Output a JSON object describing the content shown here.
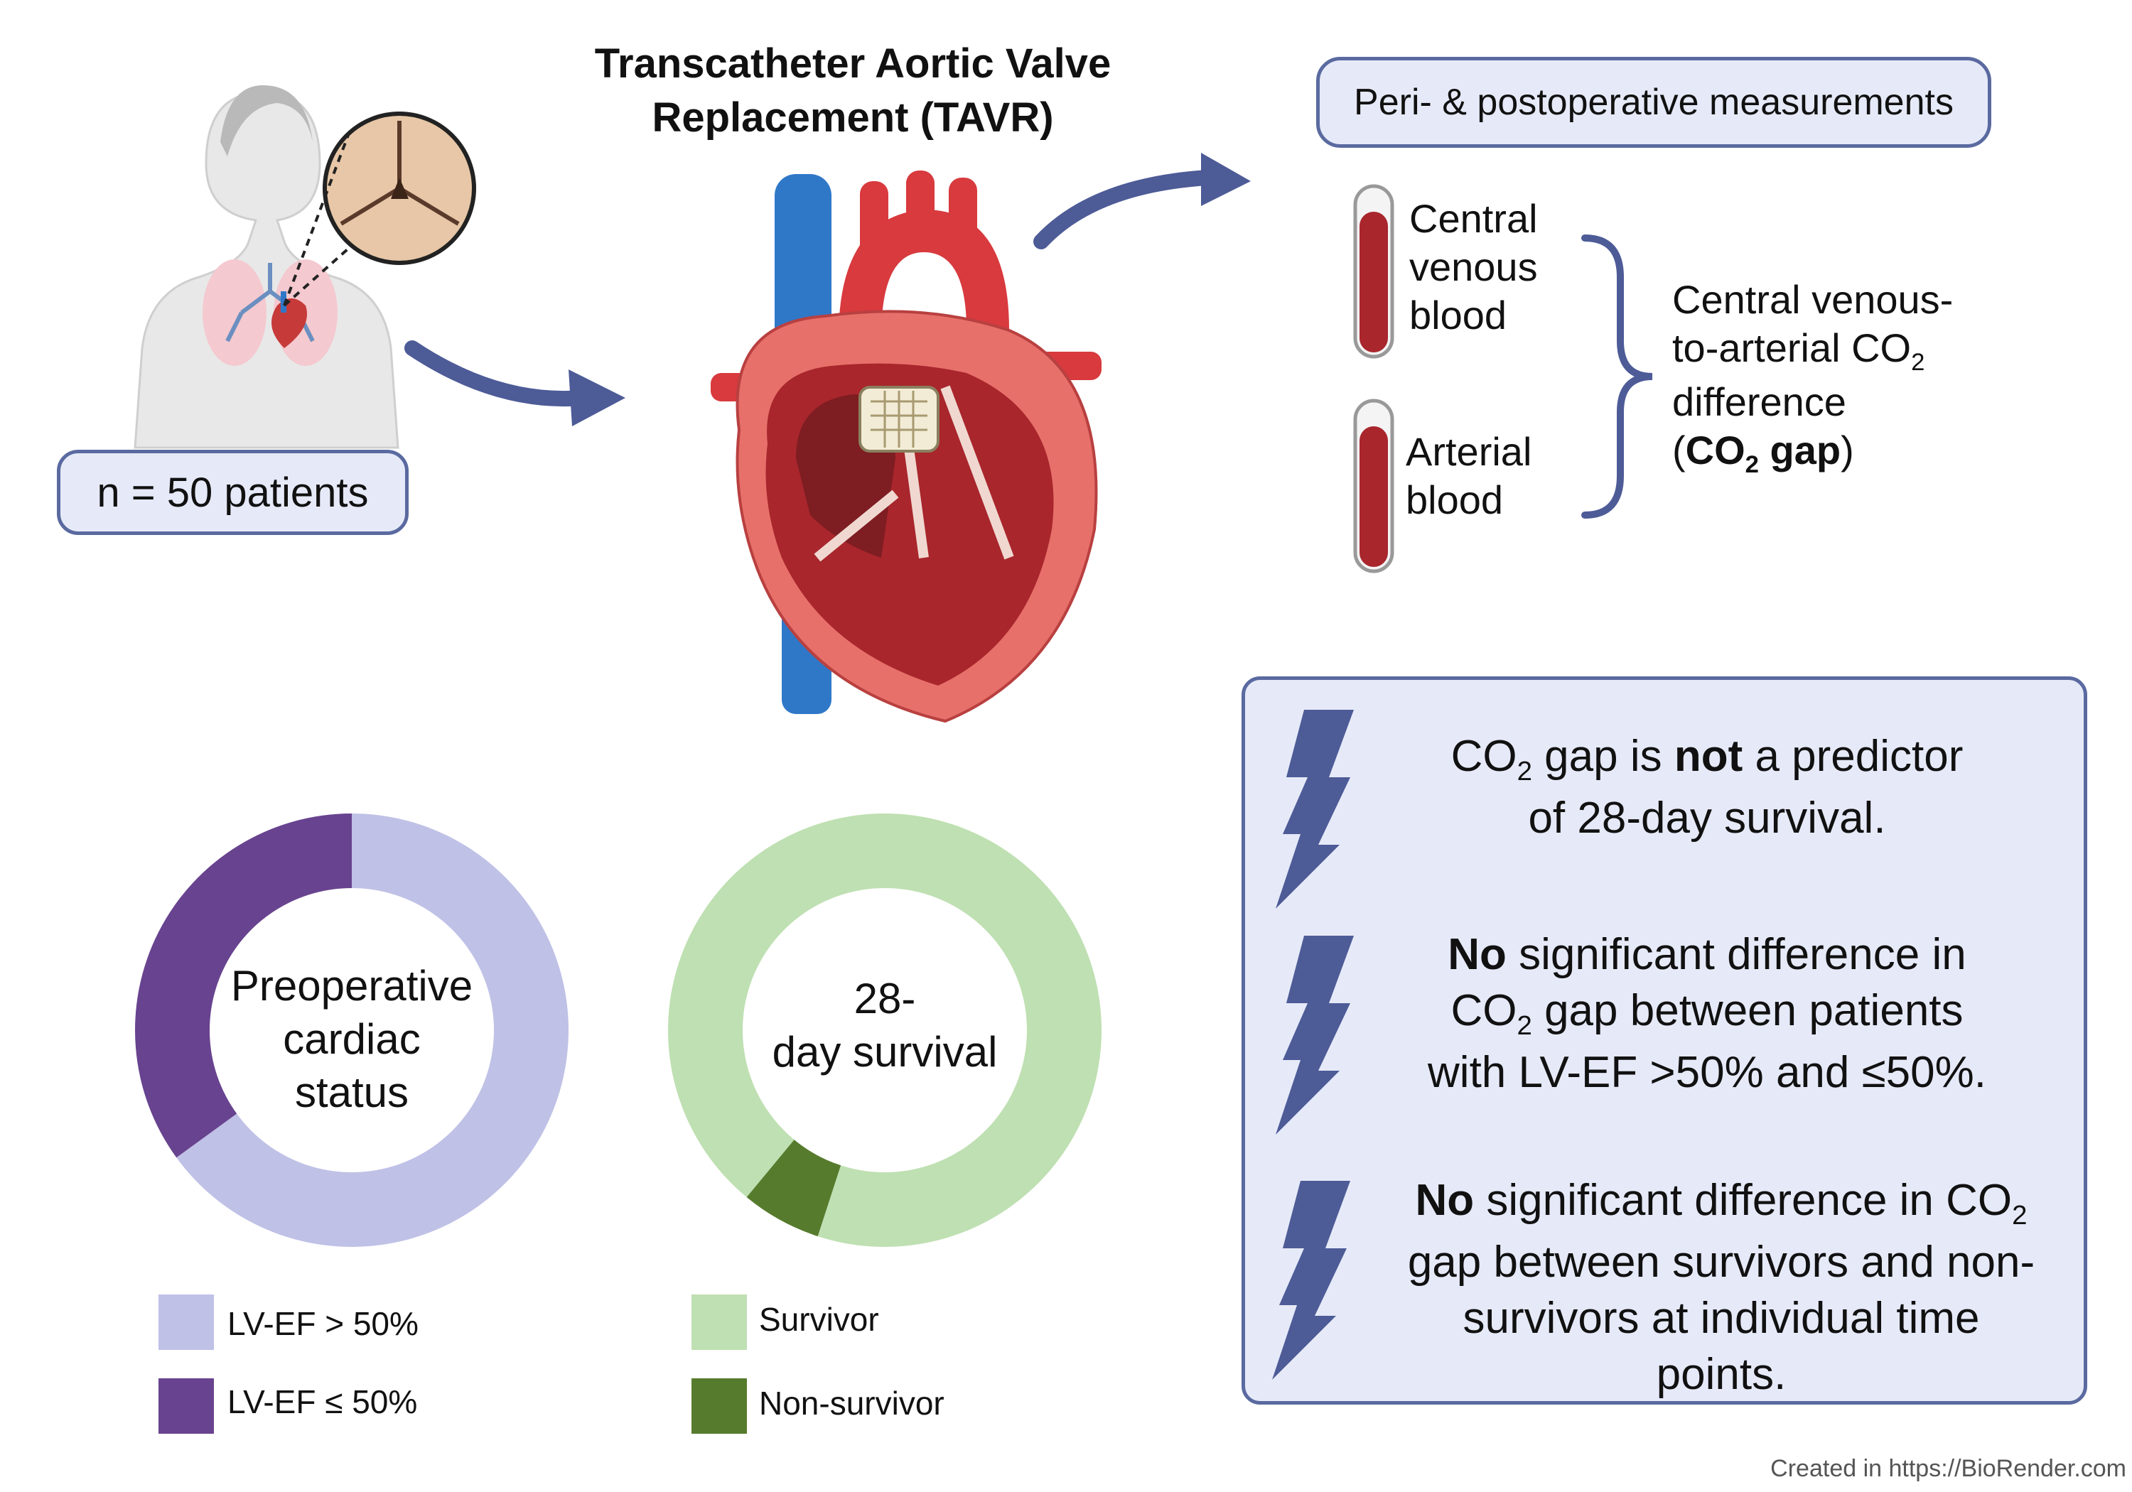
{
  "title_line1": "Transcatheter Aortic Valve",
  "title_line2": "Replacement (TAVR)",
  "patients_label": "n = 50 patients",
  "measurements_label": "Peri- & postoperative measurements",
  "venous_lines": [
    "Central",
    "venous",
    "blood"
  ],
  "arterial_lines": [
    "Arterial",
    "blood"
  ],
  "co2_desc": {
    "line1": "Central venous-",
    "line2": "to-arterial CO",
    "line3": "difference",
    "line4_open": "(",
    "line4_bold": "CO",
    "line4_bold2": " gap",
    "line4_close": ")",
    "subscript": "2"
  },
  "findings": {
    "f1": {
      "pre": "CO",
      "sub": "2",
      "mid": " gap is ",
      "bold": "not",
      "post": " a predictor",
      "line2": "of 28-day survival."
    },
    "f2": {
      "bold": "No",
      "post": " significant difference in",
      "line2_pre": "CO",
      "line2_sub": "2",
      "line2_post": " gap between patients",
      "line3": "with LV-EF >50% and ≤50%."
    },
    "f3": {
      "bold": "No",
      "post": " significant difference in CO",
      "sub": "2",
      "line2": "gap between survivors and non-",
      "line3": "survivors at individual time",
      "line4": "points."
    }
  },
  "colors": {
    "accent_border": "#5a6aa0",
    "box_fill": "#e6eaf8",
    "lvef_high": "#bfc1e6",
    "lvef_low": "#68438f",
    "survivor": "#bfe0b2",
    "non_survivor": "#567b2d",
    "arrow": "#4d5b97",
    "bolt": "#4d5b97"
  },
  "chart_data": [
    {
      "type": "pie",
      "center_label": [
        "Preoperative",
        "cardiac",
        "status"
      ],
      "categories": [
        "LV-EF > 50%",
        "LV-EF ≤ 50%"
      ],
      "values": [
        65,
        35
      ],
      "colors": [
        "#bfc1e6",
        "#68438f"
      ]
    },
    {
      "type": "pie",
      "center_label": [
        "28-",
        "day",
        "survival"
      ],
      "categories": [
        "Survivor",
        "Non-survivor"
      ],
      "values": [
        94,
        6
      ],
      "colors": [
        "#bfe0b2",
        "#567b2d"
      ]
    }
  ],
  "credit": "Created in  https://BioRender.com"
}
